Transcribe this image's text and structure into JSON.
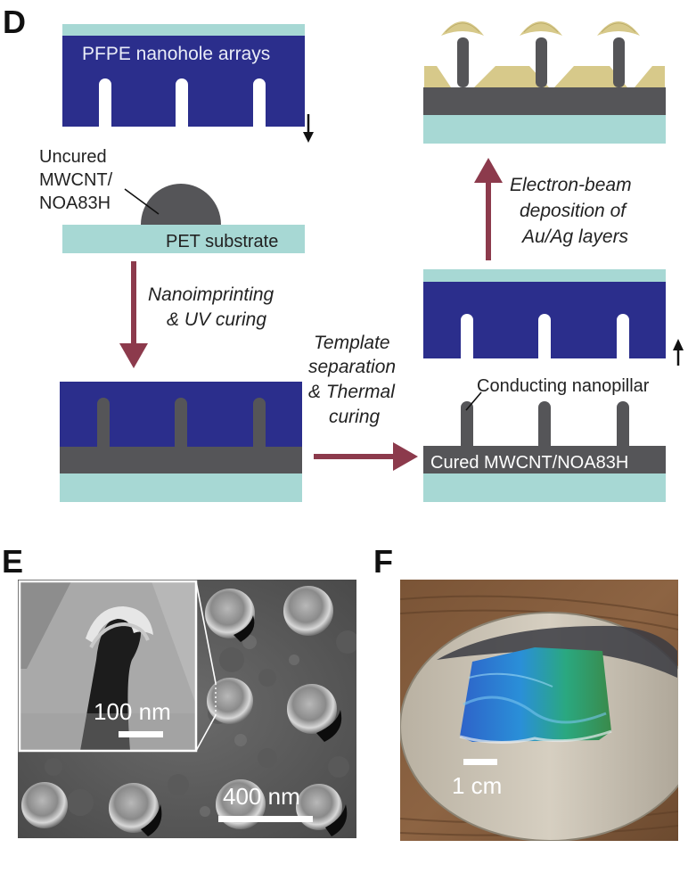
{
  "panels": {
    "d": {
      "letter": "D",
      "labels": {
        "pfpe": "PFPE nanohole arrays",
        "uncured_1": "Uncured",
        "uncured_2": "MWCNT/",
        "uncured_3": "NOA83H",
        "pet": "PET substrate",
        "step1_1": "Nanoimprinting",
        "step1_2": "& UV curing",
        "step2_1": "Template",
        "step2_2": "separation",
        "step2_3": "& Thermal",
        "step2_4": "curing",
        "step3_1": "Electron-beam",
        "step3_2": "deposition of",
        "step3_3": "Au/Ag layers",
        "nanopillar": "Conducting nanopillar",
        "cured": "Cured MWCNT/NOA83H"
      }
    },
    "e": {
      "letter": "E",
      "scalebar_inset": "100 nm",
      "scalebar_main": "400 nm"
    },
    "f": {
      "letter": "F",
      "scalebar": "1 cm"
    }
  },
  "colors": {
    "pfpe_blue": "#2b2e8c",
    "pet_teal": "#a7d8d4",
    "polymer_gray": "#555558",
    "arrow_maroon": "#8c3a4c",
    "gold": "#d7c98a"
  }
}
